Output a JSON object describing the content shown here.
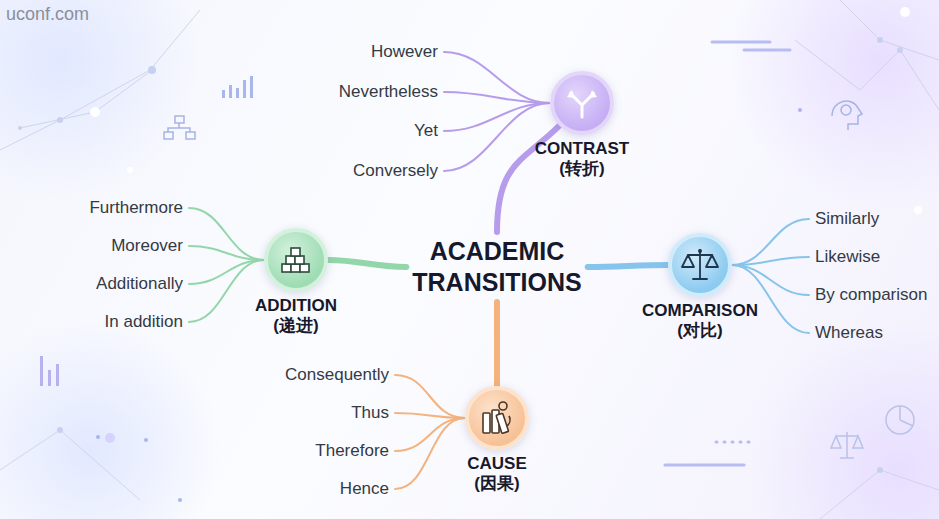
{
  "diagram": {
    "nodes": [
      {
        "text": [
          "ACADEMIC TRANSITIONS"
        ]
      },
      {
        "text": [
          "CONTRAST (转折)"
        ]
      },
      {
        "text": [
          "However"
        ]
      },
      {
        "text": [
          "Nevertheless"
        ]
      },
      {
        "text": [
          "Yet"
        ]
      },
      {
        "text": [
          "Conversely"
        ]
      },
      {
        "text": [
          "ADDITION (递进)"
        ]
      },
      {
        "text": [
          "Furthermore"
        ]
      },
      {
        "text": [
          "Moreover"
        ]
      },
      {
        "text": [
          "Additionally"
        ]
      },
      {
        "text": [
          "In addition"
        ]
      },
      {
        "text": [
          "COMPARISON (对比)"
        ]
      },
      {
        "text": [
          "Similarly"
        ]
      },
      {
        "text": [
          "Likewise"
        ]
      },
      {
        "text": [
          "By comparison"
        ]
      },
      {
        "text": [
          "Whereas"
        ]
      },
      {
        "text": [
          "CAUSE (因果)"
        ]
      },
      {
        "text": [
          "Consequently"
        ]
      },
      {
        "text": [
          "Thus"
        ]
      },
      {
        "text": [
          "Therefore"
        ]
      },
      {
        "text": [
          "Hence"
        ]
      }
    ],
    "edges": [
      {
        "from": 0,
        "to": 1,
        "arrow": "none"
      },
      {
        "from": 0,
        "to": 6,
        "arrow": "none"
      },
      {
        "from": 0,
        "to": 11,
        "arrow": "none"
      },
      {
        "from": 0,
        "to": 16,
        "arrow": "none"
      },
      {
        "from": 1,
        "to": 2,
        "arrow": "none"
      },
      {
        "from": 1,
        "to": 3,
        "arrow": "none"
      },
      {
        "from": 1,
        "to": 4,
        "arrow": "none"
      },
      {
        "from": 1,
        "to": 5,
        "arrow": "none"
      },
      {
        "from": 6,
        "to": 7,
        "arrow": "none"
      },
      {
        "from": 6,
        "to": 8,
        "arrow": "none"
      },
      {
        "from": 6,
        "to": 9,
        "arrow": "none"
      },
      {
        "from": 6,
        "to": 10,
        "arrow": "none"
      },
      {
        "from": 11,
        "to": 12,
        "arrow": "none"
      },
      {
        "from": 11,
        "to": 13,
        "arrow": "none"
      },
      {
        "from": 11,
        "to": 14,
        "arrow": "none"
      },
      {
        "from": 11,
        "to": 15,
        "arrow": "none"
      },
      {
        "from": 16,
        "to": 17,
        "arrow": "none"
      },
      {
        "from": 16,
        "to": 18,
        "arrow": "none"
      },
      {
        "from": 16,
        "to": 19,
        "arrow": "none"
      },
      {
        "from": 16,
        "to": 20,
        "arrow": "none"
      }
    ],
    "labels": [
      "uconf.com"
    ]
  }
}
